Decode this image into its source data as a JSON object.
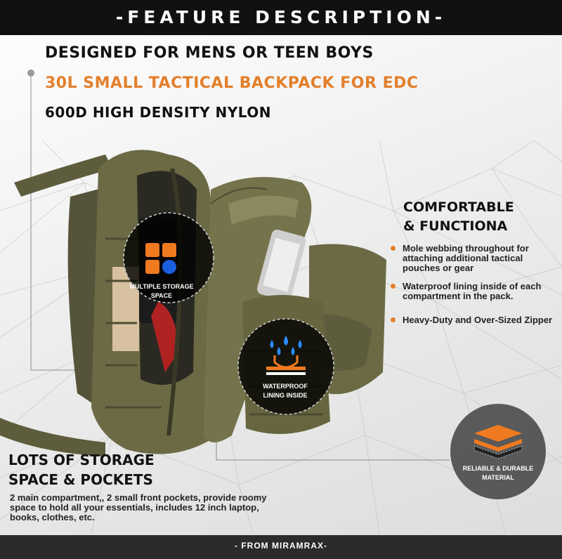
{
  "banner": {
    "title": "-FEATURE DESCRIPTION-"
  },
  "headlines": {
    "line1": "DESIGNED FOR MENS OR TEEN BOYS",
    "line2": "30L SMALL TACTICAL BACKPACK FOR EDC",
    "line3": "600D HIGH DENSITY NYLON"
  },
  "callouts": {
    "storage": "MULTIPLE STORAGE SPACE",
    "waterproof": "WATERPROOF LINING INSIDE",
    "material": "RELIABLE & DURABLE MATERIAL"
  },
  "features": {
    "title_line1": "COMFORTABLE",
    "title_line2": "& FUNCTIONA",
    "bullets": [
      "Mole webbing throughout for attaching additional tactical pouches or gear",
      "Waterproof lining inside of each compartment in the pack.",
      "Heavy-Duty and Over-Sized Zipper"
    ]
  },
  "storage_section": {
    "title_line1": "LOTS OF STORAGE",
    "title_line2": "SPACE & POCKETS",
    "text": "2 main compartment,, 2 small front pockets, provide roomy space to hold all your essentials, includes 12 inch laptop, books, clothes, etc."
  },
  "footer": {
    "text": "- FROM MIRAMRAX-"
  },
  "colors": {
    "accent": "#e37f2b",
    "blue": "#1a5fe0",
    "bag": "#6b6a45",
    "dark": "#111111"
  }
}
